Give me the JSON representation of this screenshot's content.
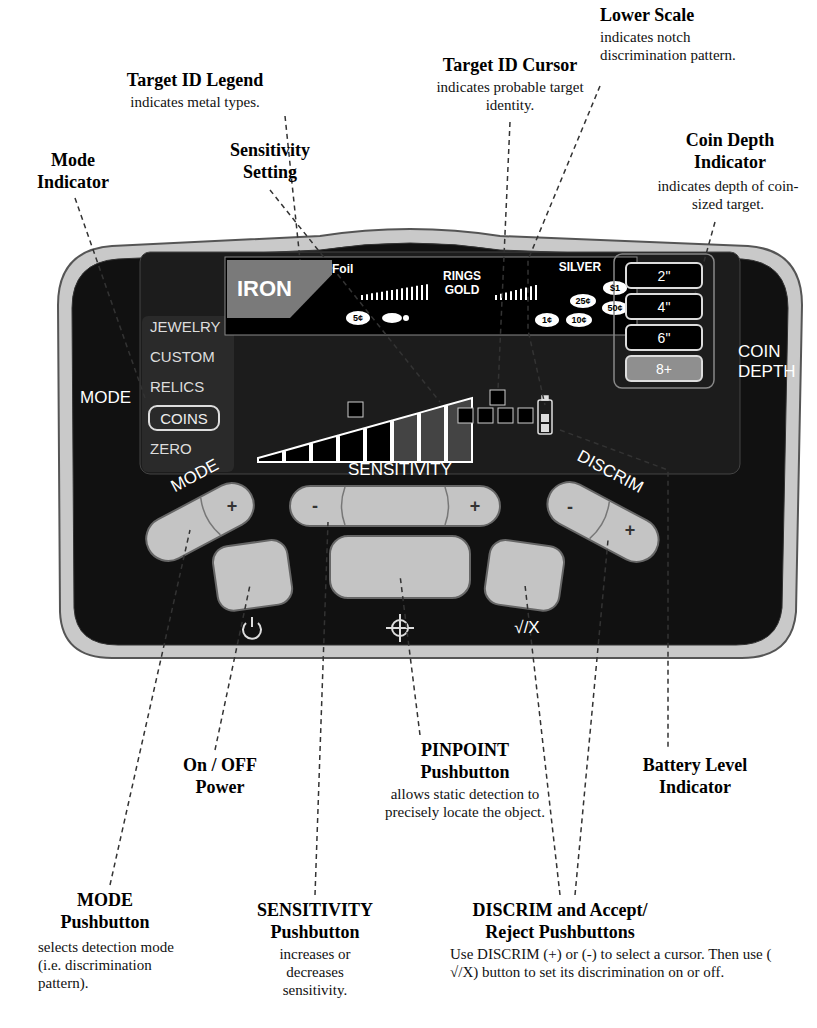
{
  "diagram": {
    "nodes": [
      {
        "text": [
          "IRON"
        ]
      },
      {
        "text": [
          "COINS"
        ]
      },
      {
        "text": [
          "2\""
        ]
      },
      {
        "text": [
          "4\""
        ]
      },
      {
        "text": [
          "6\""
        ]
      },
      {
        "text": [
          "8+"
        ]
      }
    ],
    "labels": [
      "Target ID Legend",
      "indicates metal types.",
      "Mode Indicator",
      "Sensitivity Setting",
      "Target ID Cursor",
      "indicates probable target identity.",
      "Lower Scale",
      "indicates notch discrimination pattern.",
      "Coin Depth Indicator",
      "indicates depth of coin-sized target.",
      "Foil",
      "RINGS",
      "GOLD",
      "SILVER",
      "$1",
      "25¢",
      "50¢",
      "5¢",
      "1¢",
      "10¢",
      "JEWELRY",
      "CUSTOM",
      "RELICS",
      "ZERO",
      "MODE",
      "COIN DEPTH",
      "MODE",
      "+",
      "SENSITIVITY",
      "-",
      "+",
      "DISCRIM",
      "-",
      "+",
      "√/X",
      "PINPOINT Pushbutton",
      "allows static detection to precisely locate the object.",
      "On / OFF Power",
      "Battery Level Indicator",
      "MODE Pushbutton",
      "selects detection mode (i.e. discrimination pattern).",
      "SENSITIVITY Pushbutton",
      "increases or decreases sensitivity.",
      "DISCRIM and Accept/ Reject Pushbuttons",
      "Use DISCRIM (+) or (-) to select a cursor. Then use ( √/X) button to set its discrimination on or off."
    ]
  }
}
